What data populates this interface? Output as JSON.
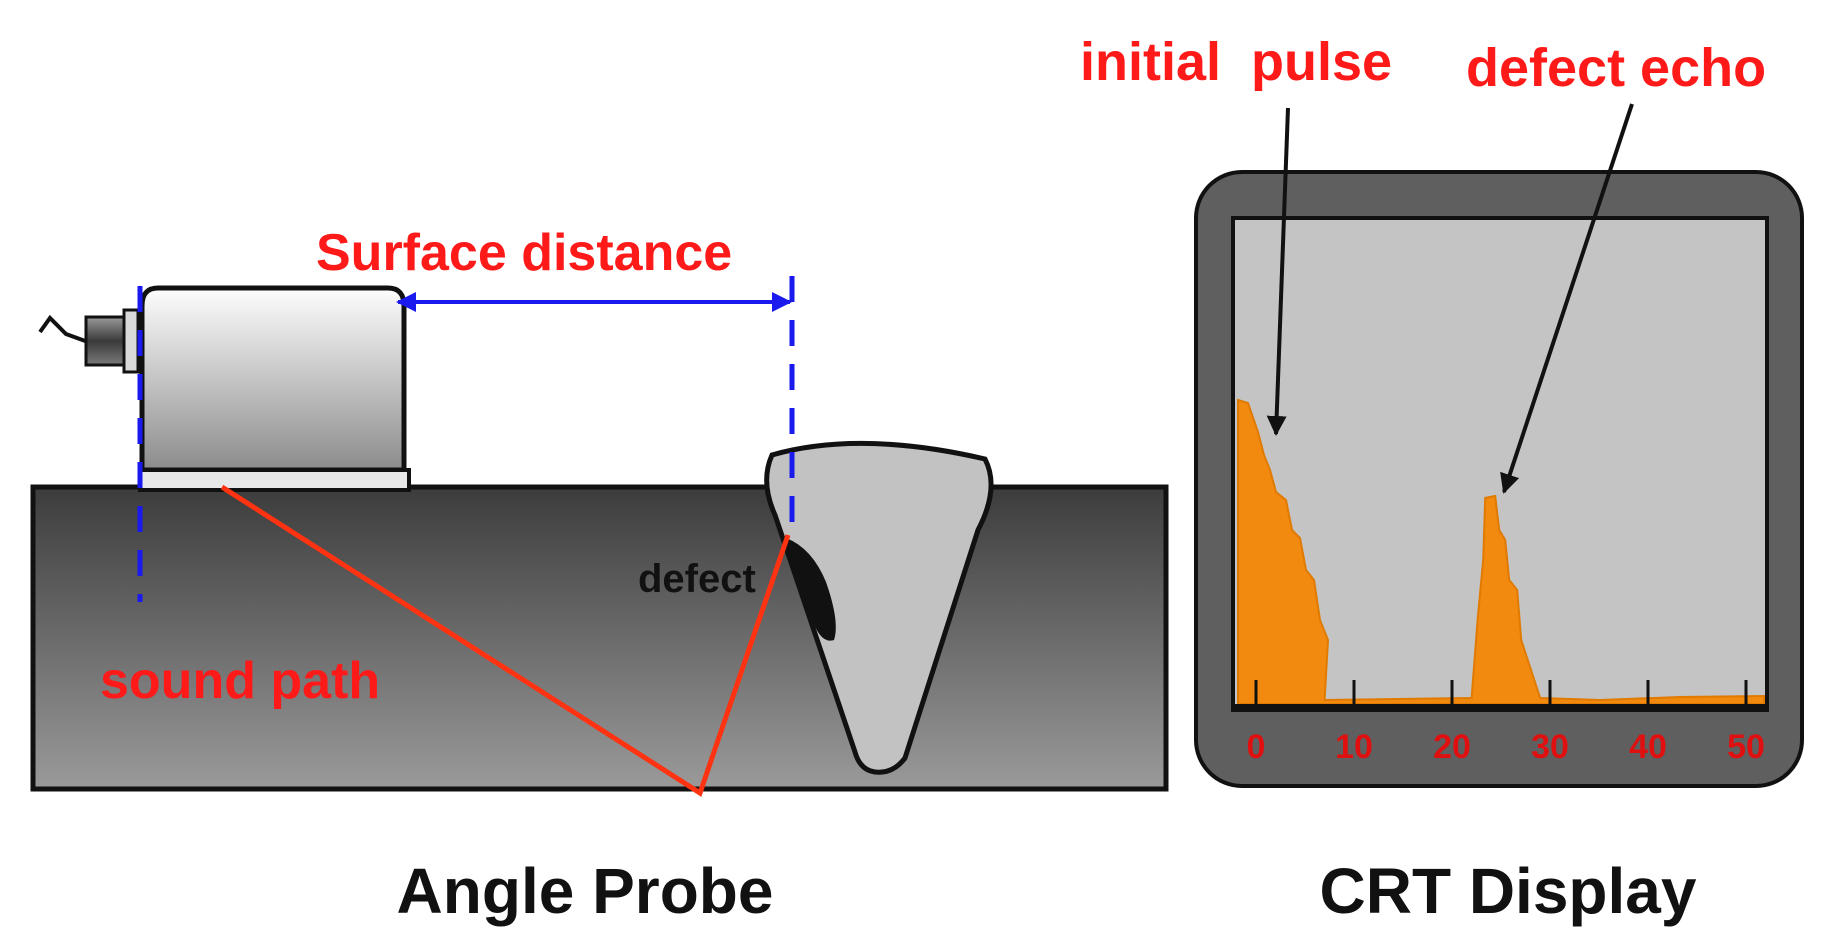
{
  "angle_probe": {
    "caption": "Angle Probe",
    "surface_distance_label": "Surface distance",
    "sound_path_label": "sound path",
    "defect_label": "defect"
  },
  "crt_display": {
    "caption": "CRT Display",
    "initial_pulse_label": "initial  pulse",
    "defect_echo_label": "defect echo",
    "tick_labels": [
      "0",
      "10",
      "20",
      "30",
      "40",
      "50"
    ]
  },
  "colors": {
    "label_red": "#ff1a1a",
    "dimension_blue": "#1a1aee",
    "sound_path_red": "#ff3311",
    "echo_orange": "#f28a0f",
    "screen_gray": "#c4c4c4",
    "bezel_gray": "#5f5f5f"
  },
  "chart_data": {
    "type": "area",
    "x_range": [
      0,
      50
    ],
    "x_ticks": [
      0,
      10,
      20,
      30,
      40,
      50
    ],
    "grid": false,
    "echoes": [
      {
        "label": "initial  pulse",
        "x_start": -2,
        "peak_x": -2,
        "x_end": 7
      },
      {
        "label": "defect echo",
        "x_start": 22,
        "peak_x": 24,
        "x_end": 29
      }
    ]
  }
}
